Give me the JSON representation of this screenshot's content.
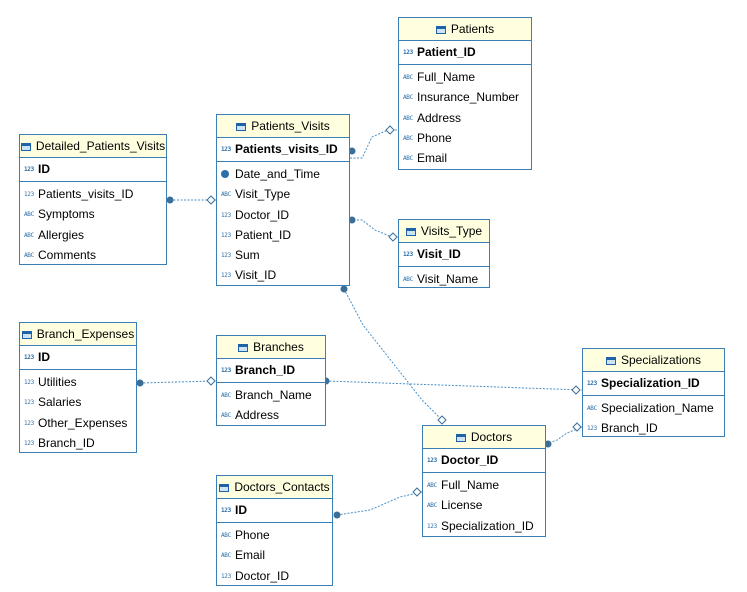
{
  "tables": [
    {
      "key": "patients",
      "title": "Patients",
      "pk": "Patient_ID",
      "pk_type": "123",
      "columns": [
        {
          "name": "Full_Name",
          "type": "ABC"
        },
        {
          "name": "Insurance_Number",
          "type": "ABC"
        },
        {
          "name": "Address",
          "type": "ABC"
        },
        {
          "name": "Phone",
          "type": "ABC"
        },
        {
          "name": "Email",
          "type": "ABC"
        }
      ]
    },
    {
      "key": "patients_visits",
      "title": "Patients_Visits",
      "pk": "Patients_visits_ID",
      "pk_type": "123",
      "columns": [
        {
          "name": "Date_and_Time",
          "type": "date"
        },
        {
          "name": "Visit_Type",
          "type": "ABC"
        },
        {
          "name": "Doctor_ID",
          "type": "123"
        },
        {
          "name": "Patient_ID",
          "type": "123"
        },
        {
          "name": "Sum",
          "type": "123"
        },
        {
          "name": "Visit_ID",
          "type": "123"
        }
      ]
    },
    {
      "key": "detailed",
      "title": "Detailed_Patients_Visits",
      "pk": "ID",
      "pk_type": "123",
      "columns": [
        {
          "name": "Patients_visits_ID",
          "type": "123"
        },
        {
          "name": "Symptoms",
          "type": "ABC"
        },
        {
          "name": "Allergies",
          "type": "ABC"
        },
        {
          "name": "Comments",
          "type": "ABC"
        }
      ]
    },
    {
      "key": "visits_type",
      "title": "Visits_Type",
      "pk": "Visit_ID",
      "pk_type": "123",
      "columns": [
        {
          "name": "Visit_Name",
          "type": "ABC"
        }
      ]
    },
    {
      "key": "branch_expenses",
      "title": "Branch_Expenses",
      "pk": "ID",
      "pk_type": "123",
      "columns": [
        {
          "name": "Utilities",
          "type": "123"
        },
        {
          "name": "Salaries",
          "type": "123"
        },
        {
          "name": "Other_Expenses",
          "type": "123"
        },
        {
          "name": "Branch_ID",
          "type": "123"
        }
      ]
    },
    {
      "key": "branches",
      "title": "Branches",
      "pk": "Branch_ID",
      "pk_type": "123",
      "columns": [
        {
          "name": "Branch_Name",
          "type": "ABC"
        },
        {
          "name": "Address",
          "type": "ABC"
        }
      ]
    },
    {
      "key": "specializations",
      "title": "Specializations",
      "pk": "Specialization_ID",
      "pk_type": "123",
      "columns": [
        {
          "name": "Specialization_Name",
          "type": "ABC"
        },
        {
          "name": "Branch_ID",
          "type": "123"
        }
      ]
    },
    {
      "key": "doctors",
      "title": "Doctors",
      "pk": "Doctor_ID",
      "pk_type": "123",
      "columns": [
        {
          "name": "Full_Name",
          "type": "ABC"
        },
        {
          "name": "License",
          "type": "ABC"
        },
        {
          "name": "Specialization_ID",
          "type": "123"
        }
      ]
    },
    {
      "key": "doctors_contacts",
      "title": "Doctors_Contacts",
      "pk": "ID",
      "pk_type": "123",
      "columns": [
        {
          "name": "Phone",
          "type": "ABC"
        },
        {
          "name": "Email",
          "type": "ABC"
        },
        {
          "name": "Doctor_ID",
          "type": "123"
        }
      ]
    }
  ],
  "relationships": [
    {
      "from": "patients_visits",
      "to": "patients"
    },
    {
      "from": "detailed",
      "to": "patients_visits"
    },
    {
      "from": "patients_visits",
      "to": "visits_type"
    },
    {
      "from": "patients_visits",
      "to": "doctors"
    },
    {
      "from": "branch_expenses",
      "to": "branches"
    },
    {
      "from": "specializations",
      "to": "branches"
    },
    {
      "from": "doctors",
      "to": "specializations"
    },
    {
      "from": "doctors_contacts",
      "to": "doctors"
    }
  ],
  "colors": {
    "border": "#3a7fb5",
    "header_bg": "#ffffe0",
    "link": "#4a90c8",
    "endpoint": "#3b6f98"
  }
}
